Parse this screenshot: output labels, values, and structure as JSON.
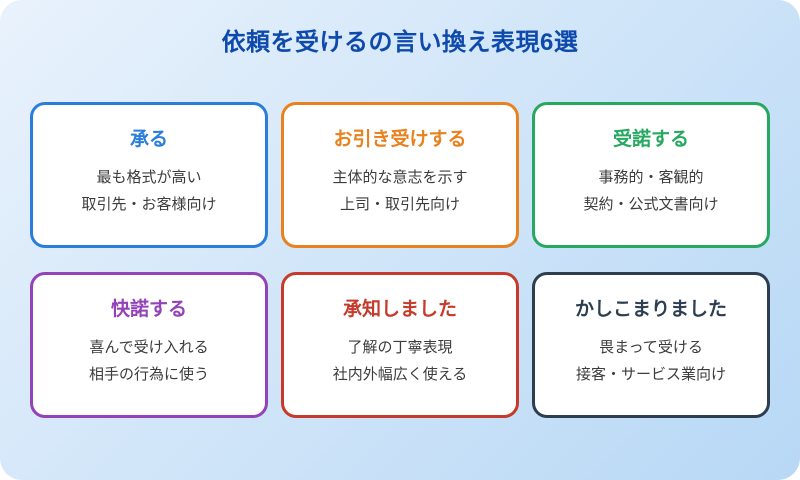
{
  "page": {
    "title": "依頼を受けるの言い換え表現6選"
  },
  "theme": {
    "background_gradient_start": "#E9F2FC",
    "background_gradient_end": "#B7D8F5",
    "title_color": "#0E49AC",
    "body_text_color": "#3C3C3C",
    "card_background": "#FFFFFF"
  },
  "cards": [
    {
      "title": "承る",
      "line1": "最も格式が高い",
      "line2": "取引先・お客様向け",
      "accent": "#2B7DDB"
    },
    {
      "title": "お引き受けする",
      "line1": "主体的な意志を示す",
      "line2": "上司・取引先向け",
      "accent": "#E8821E"
    },
    {
      "title": "受諾する",
      "line1": "事務的・客観的",
      "line2": "契約・公式文書向け",
      "accent": "#27A860"
    },
    {
      "title": "快諾する",
      "line1": "喜んで受け入れる",
      "line2": "相手の行為に使う",
      "accent": "#9442B8"
    },
    {
      "title": "承知しました",
      "line1": "了解の丁寧表現",
      "line2": "社内外幅広く使える",
      "accent": "#C53A2A"
    },
    {
      "title": "かしこまりました",
      "line1": "畏まって受ける",
      "line2": "接客・サービス業向け",
      "accent": "#2C3E50"
    }
  ]
}
